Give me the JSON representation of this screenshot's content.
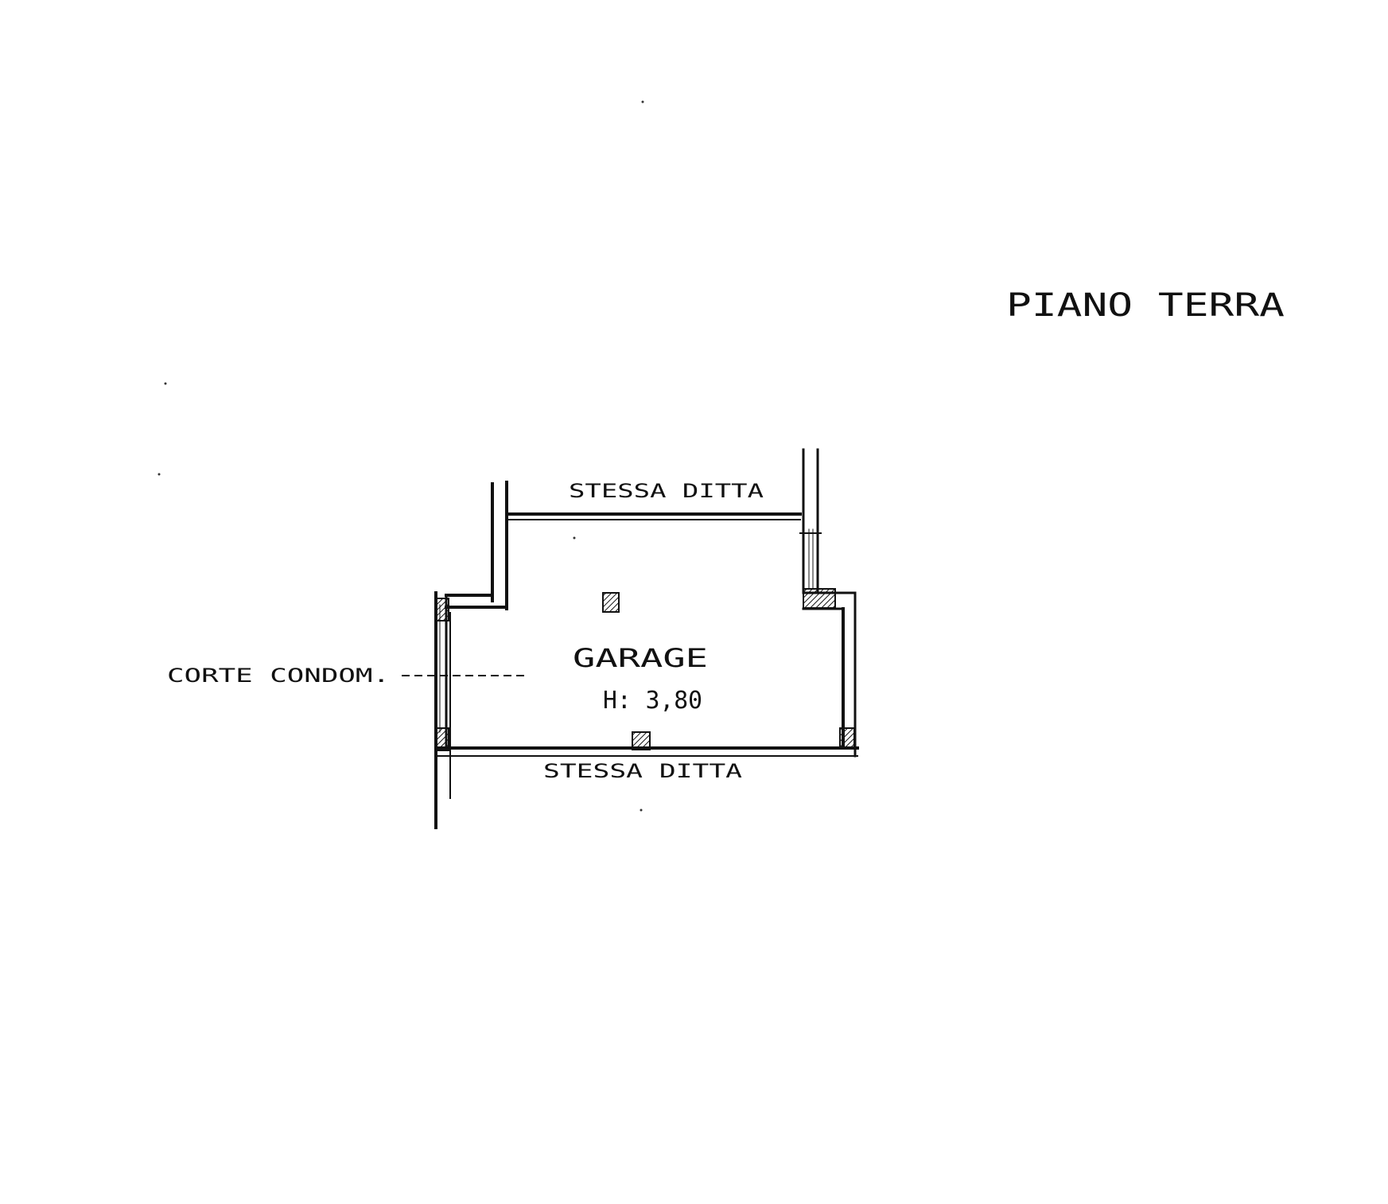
{
  "sheet": {
    "title": "PIANO TERRA"
  },
  "floor_plan": {
    "room": {
      "name": "GARAGE",
      "height": "H: 3,80"
    },
    "labels": {
      "north_neighbor": "STESSA DITTA",
      "south_neighbor": "STESSA DITTA",
      "west_courtyard": "CORTE CONDOM."
    }
  },
  "colors": {
    "ink": "#111111",
    "paper": "#ffffff"
  }
}
